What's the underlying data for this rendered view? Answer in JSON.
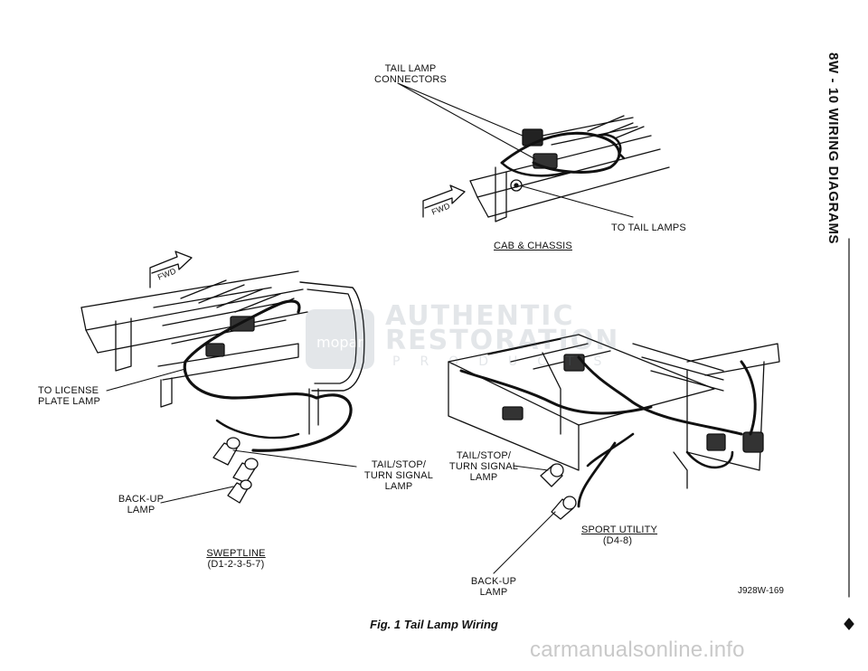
{
  "header": {
    "section": "8W - 10  WIRING DIAGRAMS"
  },
  "top_view": {
    "connectors_label": "TAIL LAMP\nCONNECTORS",
    "to_tail_lamps_label": "TO TAIL LAMPS",
    "fwd_label": "FWD",
    "view_title": "CAB & CHASSIS"
  },
  "sweptline_view": {
    "fwd_label": "FWD",
    "license_label": "TO LICENSE\nPLATE LAMP",
    "tail_stop_label": "TAIL/STOP/\nTURN SIGNAL\nLAMP",
    "backup_label": "BACK-UP\nLAMP",
    "view_title": "SWEPTLINE",
    "view_codes": "(D1-2-3-5-7)"
  },
  "sport_view": {
    "tail_stop_label": "TAIL/STOP/\nTURN SIGNAL\nLAMP",
    "backup_label": "BACK-UP\nLAMP",
    "view_title": "SPORT UTILITY",
    "view_codes": "(D4-8)"
  },
  "watermark": {
    "line1": "AUTHENTIC",
    "line2": "RESTORATION",
    "line3": "PRODUCTS",
    "badge": "mopar"
  },
  "figure_id": "J928W-169",
  "caption": "Fig. 1 Tail Lamp Wiring",
  "footer": "carmanualsonline.info"
}
